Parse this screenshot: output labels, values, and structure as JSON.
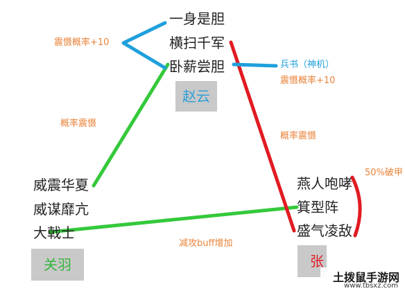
{
  "colors": {
    "green": "#34c93b",
    "red": "#e11b22",
    "blue": "#1fa0dc",
    "orange": "#e8833a",
    "box": "#c9c9c9",
    "zhaoyun_name": "#2e9fd8",
    "guanyu_name": "#36b53d",
    "zhangfei_name": "#e11b22"
  },
  "characters": {
    "zhaoyun": {
      "name": "赵云",
      "skills": [
        "一身是胆",
        "横扫千军",
        "卧薪尝胆"
      ]
    },
    "guanyu": {
      "name": "关羽",
      "skills": [
        "威震华夏",
        "威谋靡亢",
        "大戟士"
      ]
    },
    "zhangfei": {
      "name": "张",
      "skills": [
        "燕人咆哮",
        "箕型阵",
        "盛气凌敌"
      ]
    }
  },
  "notes": {
    "zhaoyun_combo": "震慑概率+10",
    "zhaoyun_guanyu_link": "概率震慑",
    "zhaoyun_zhangfei_link": "概率震慑",
    "bingshu_label": "兵书（神机）",
    "bingshu_effect": "震慑概率+10",
    "zhangfei_combo": "50%破甲",
    "guanyu_zhangfei_link": "减攻buff增加"
  },
  "watermark": {
    "title": "土拨鼠手游网",
    "url": "www.tbsxz.com"
  }
}
